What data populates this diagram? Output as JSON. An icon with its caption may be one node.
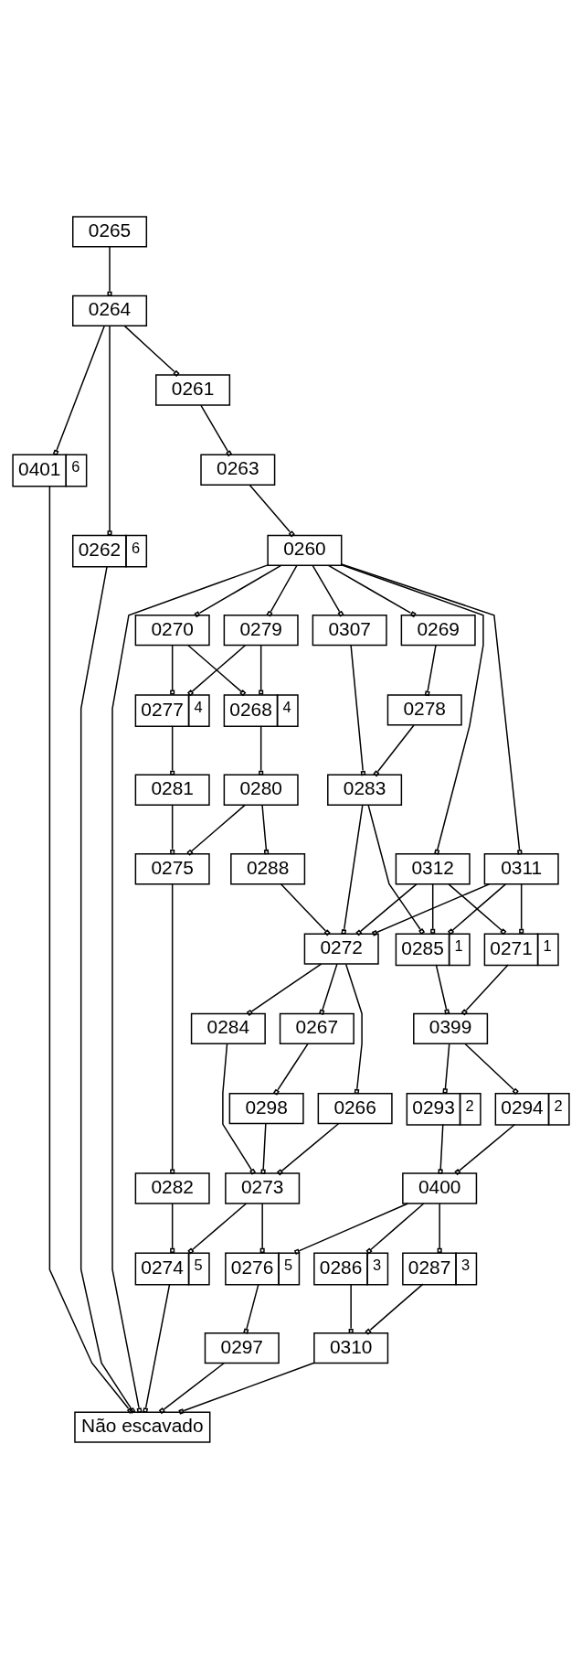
{
  "diagram": {
    "nodes": [
      {
        "text": [
          "0265"
        ]
      },
      {
        "text": [
          "0264"
        ]
      },
      {
        "text": [
          "0261"
        ]
      },
      {
        "text": [
          "0401",
          "6"
        ]
      },
      {
        "text": [
          "0262",
          "6"
        ]
      },
      {
        "text": [
          "0263"
        ]
      },
      {
        "text": [
          "0260"
        ]
      },
      {
        "text": [
          "0270"
        ]
      },
      {
        "text": [
          "0279"
        ]
      },
      {
        "text": [
          "0269"
        ]
      },
      {
        "text": [
          "0307"
        ]
      },
      {
        "text": [
          "0311"
        ]
      },
      {
        "text": [
          "0312"
        ]
      },
      {
        "text": [
          "0277",
          "4"
        ]
      },
      {
        "text": [
          "0268",
          "4"
        ]
      },
      {
        "text": [
          "0278"
        ]
      },
      {
        "text": [
          "0281"
        ]
      },
      {
        "text": [
          "0280"
        ]
      },
      {
        "text": [
          "0283"
        ]
      },
      {
        "text": [
          "0275"
        ]
      },
      {
        "text": [
          "0288"
        ]
      },
      {
        "text": [
          "0285",
          "1"
        ]
      },
      {
        "text": [
          "0271",
          "1"
        ]
      },
      {
        "text": [
          "0282"
        ]
      },
      {
        "text": [
          "0272"
        ]
      },
      {
        "text": [
          "0399"
        ]
      },
      {
        "text": [
          "0267"
        ]
      },
      {
        "text": [
          "0266"
        ]
      },
      {
        "text": [
          "0284"
        ]
      },
      {
        "text": [
          "0293",
          "2"
        ]
      },
      {
        "text": [
          "0294",
          "2"
        ]
      },
      {
        "text": [
          "0298"
        ]
      },
      {
        "text": [
          "0400"
        ]
      },
      {
        "text": [
          "0273"
        ]
      },
      {
        "text": [
          "0286",
          "3"
        ]
      },
      {
        "text": [
          "0287",
          "3"
        ]
      },
      {
        "text": [
          "0274",
          "5"
        ]
      },
      {
        "text": [
          "0276",
          "5"
        ]
      },
      {
        "text": [
          "0310"
        ]
      },
      {
        "text": [
          "0297"
        ]
      },
      {
        "text": [
          "Não escavado"
        ]
      }
    ],
    "edges": [
      {
        "from": 0,
        "to": 1,
        "arrow": "other"
      },
      {
        "from": 1,
        "to": 2,
        "arrow": "other"
      },
      {
        "from": 1,
        "to": 3,
        "arrow": "other"
      },
      {
        "from": 1,
        "to": 4,
        "arrow": "other"
      },
      {
        "from": 2,
        "to": 5,
        "arrow": "other"
      },
      {
        "from": 5,
        "to": 6,
        "arrow": "other"
      },
      {
        "from": 6,
        "to": 7,
        "arrow": "other"
      },
      {
        "from": 6,
        "to": 8,
        "arrow": "other"
      },
      {
        "from": 6,
        "to": 9,
        "arrow": "other"
      },
      {
        "from": 6,
        "to": 10,
        "arrow": "other"
      },
      {
        "from": 6,
        "to": 11,
        "arrow": "other"
      },
      {
        "from": 6,
        "to": 12,
        "arrow": "other"
      },
      {
        "from": 7,
        "to": 13,
        "arrow": "other"
      },
      {
        "from": 7,
        "to": 14,
        "arrow": "other"
      },
      {
        "from": 8,
        "to": 13,
        "arrow": "other"
      },
      {
        "from": 8,
        "to": 14,
        "arrow": "other"
      },
      {
        "from": 9,
        "to": 15,
        "arrow": "other"
      },
      {
        "from": 10,
        "to": 18,
        "arrow": "other"
      },
      {
        "from": 15,
        "to": 18,
        "arrow": "other"
      },
      {
        "from": 13,
        "to": 16,
        "arrow": "other"
      },
      {
        "from": 14,
        "to": 17,
        "arrow": "other"
      },
      {
        "from": 11,
        "to": 24,
        "arrow": "other"
      },
      {
        "from": 11,
        "to": 21,
        "arrow": "other"
      },
      {
        "from": 11,
        "to": 22,
        "arrow": "other"
      },
      {
        "from": 12,
        "to": 21,
        "arrow": "other"
      },
      {
        "from": 12,
        "to": 24,
        "arrow": "other"
      },
      {
        "from": 12,
        "to": 22,
        "arrow": "other"
      },
      {
        "from": 16,
        "to": 19,
        "arrow": "other"
      },
      {
        "from": 17,
        "to": 19,
        "arrow": "other"
      },
      {
        "from": 17,
        "to": 20,
        "arrow": "other"
      },
      {
        "from": 18,
        "to": 24,
        "arrow": "other"
      },
      {
        "from": 18,
        "to": 21,
        "arrow": "other"
      },
      {
        "from": 20,
        "to": 24,
        "arrow": "other"
      },
      {
        "from": 19,
        "to": 23,
        "arrow": "other"
      },
      {
        "from": 21,
        "to": 25,
        "arrow": "other"
      },
      {
        "from": 22,
        "to": 25,
        "arrow": "other"
      },
      {
        "from": 24,
        "to": 26,
        "arrow": "other"
      },
      {
        "from": 24,
        "to": 27,
        "arrow": "other"
      },
      {
        "from": 24,
        "to": 28,
        "arrow": "other"
      },
      {
        "from": 25,
        "to": 29,
        "arrow": "other"
      },
      {
        "from": 25,
        "to": 30,
        "arrow": "other"
      },
      {
        "from": 26,
        "to": 31,
        "arrow": "other"
      },
      {
        "from": 29,
        "to": 32,
        "arrow": "other"
      },
      {
        "from": 30,
        "to": 32,
        "arrow": "other"
      },
      {
        "from": 31,
        "to": 33,
        "arrow": "other"
      },
      {
        "from": 27,
        "to": 33,
        "arrow": "other"
      },
      {
        "from": 28,
        "to": 33,
        "arrow": "other"
      },
      {
        "from": 32,
        "to": 34,
        "arrow": "other"
      },
      {
        "from": 32,
        "to": 35,
        "arrow": "other"
      },
      {
        "from": 23,
        "to": 36,
        "arrow": "other"
      },
      {
        "from": 33,
        "to": 36,
        "arrow": "other"
      },
      {
        "from": 33,
        "to": 37,
        "arrow": "other"
      },
      {
        "from": 32,
        "to": 37,
        "arrow": "other"
      },
      {
        "from": 34,
        "to": 38,
        "arrow": "other"
      },
      {
        "from": 35,
        "to": 38,
        "arrow": "other"
      },
      {
        "from": 37,
        "to": 39,
        "arrow": "other"
      },
      {
        "from": 36,
        "to": 40,
        "arrow": "other"
      },
      {
        "from": 39,
        "to": 40,
        "arrow": "other"
      },
      {
        "from": 38,
        "to": 40,
        "arrow": "other"
      },
      {
        "from": 3,
        "to": 40,
        "arrow": "other"
      },
      {
        "from": 4,
        "to": 40,
        "arrow": "other"
      },
      {
        "from": 6,
        "to": 40,
        "arrow": "other"
      }
    ]
  }
}
